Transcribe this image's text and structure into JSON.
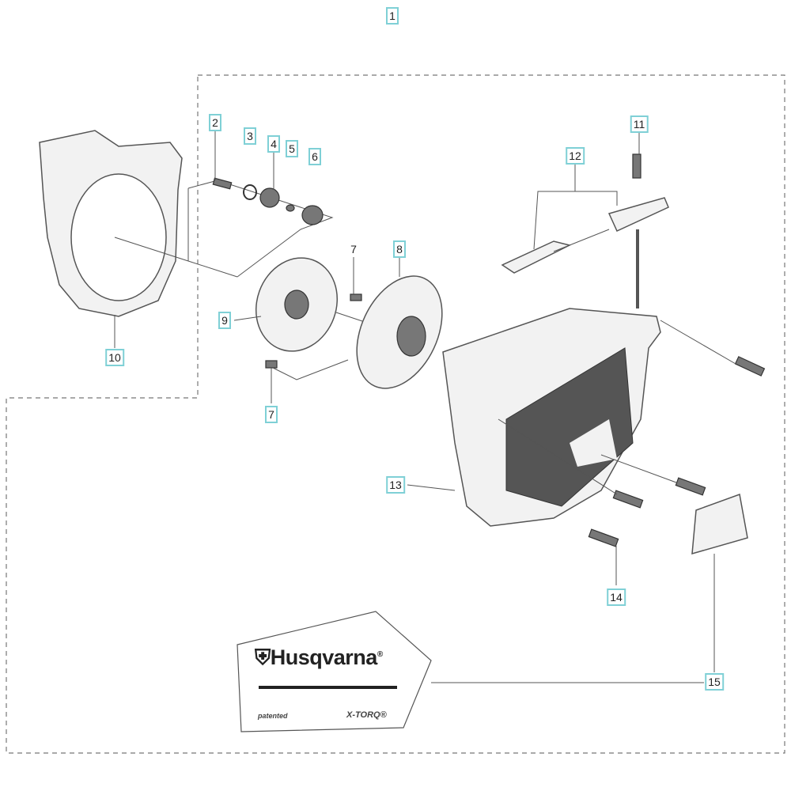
{
  "labels": {
    "l1": "1",
    "l2": "2",
    "l3": "3",
    "l4": "4",
    "l5": "5",
    "l6": "6",
    "l7a": "7",
    "l7b": "7",
    "l8": "8",
    "l9": "9",
    "l10": "10",
    "l11": "11",
    "l12": "12",
    "l13": "13",
    "l14": "14",
    "l15": "15"
  },
  "decal": {
    "brand": "Husqvarna",
    "registered": "®",
    "left_text": "patented",
    "right_text": "X-TORQ®"
  },
  "colors": {
    "label_border": "#7fd0d6",
    "line": "#555555"
  }
}
